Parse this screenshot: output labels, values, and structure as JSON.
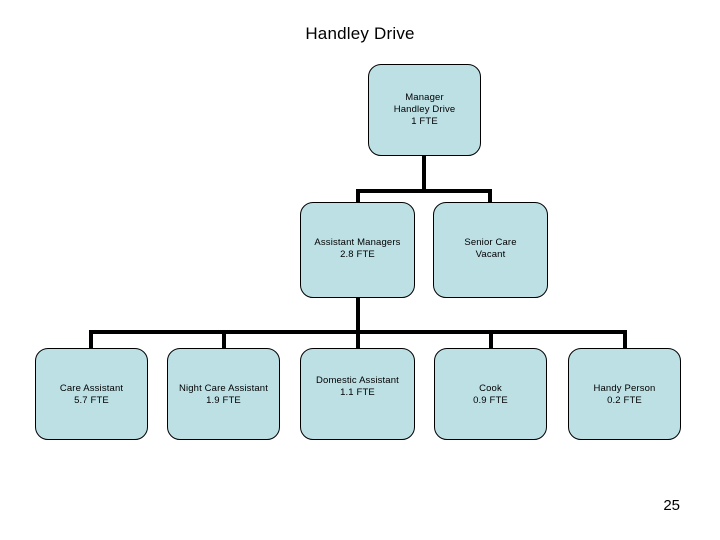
{
  "slide": {
    "title": "Handley Drive",
    "page_number": "25",
    "background_color": "#ffffff"
  },
  "theme": {
    "node_fill": "#bde0e5",
    "node_border": "#000000",
    "connector_color": "#000000",
    "text_color": "#000000"
  },
  "chart_data": {
    "type": "diagram",
    "diagram_kind": "organization-chart",
    "title": "Handley Drive",
    "nodes": [
      {
        "id": "manager",
        "level": 1,
        "lines": [
          "Manager",
          "Handley Drive",
          "1 FTE"
        ],
        "role": "Manager",
        "unit": "Handley Drive",
        "fte": "1 FTE"
      },
      {
        "id": "assistant-managers",
        "level": 2,
        "lines": [
          "Assistant Managers",
          "2.8 FTE"
        ],
        "role": "Assistant Managers",
        "fte": "2.8 FTE"
      },
      {
        "id": "senior-care",
        "level": 2,
        "lines": [
          "Senior Care",
          "Vacant"
        ],
        "role": "Senior Care",
        "fte": "Vacant"
      },
      {
        "id": "care-assistant",
        "level": 3,
        "lines": [
          "Care Assistant",
          "5.7 FTE"
        ],
        "role": "Care Assistant",
        "fte": "5.7 FTE"
      },
      {
        "id": "night-care-assistant",
        "level": 3,
        "lines": [
          "Night Care Assistant",
          "1.9 FTE"
        ],
        "role": "Night Care Assistant",
        "fte": "1.9 FTE"
      },
      {
        "id": "domestic-assistant",
        "level": 3,
        "lines": [
          "Domestic Assistant",
          "1.1 FTE"
        ],
        "role": "Domestic Assistant",
        "fte": "1.1 FTE"
      },
      {
        "id": "cook",
        "level": 3,
        "lines": [
          "Cook",
          "0.9 FTE"
        ],
        "role": "Cook",
        "fte": "0.9 FTE"
      },
      {
        "id": "handy-person",
        "level": 3,
        "lines": [
          "Handy Person",
          "0.2 FTE"
        ],
        "role": "Handy Person",
        "fte": "0.2 FTE"
      }
    ],
    "edges": [
      {
        "from": "manager",
        "to": "assistant-managers"
      },
      {
        "from": "manager",
        "to": "senior-care"
      },
      {
        "from": "assistant-managers",
        "to": "care-assistant"
      },
      {
        "from": "assistant-managers",
        "to": "night-care-assistant"
      },
      {
        "from": "assistant-managers",
        "to": "domestic-assistant"
      },
      {
        "from": "assistant-managers",
        "to": "cook"
      },
      {
        "from": "assistant-managers",
        "to": "handy-person"
      }
    ]
  }
}
